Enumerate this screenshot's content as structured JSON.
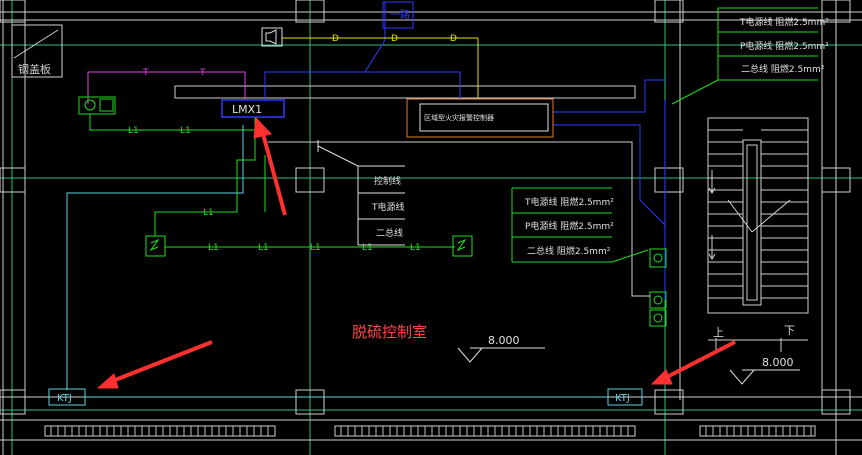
{
  "labels": {
    "gang_gai_ban": "钢盖板",
    "lmx1": "LMX1",
    "top_box": "一路",
    "control_box": "区域型火灾报警控制器",
    "t_char": "T",
    "d_char": "D",
    "l1": "L1",
    "ktj_left": "KTJ",
    "ktj_right": "KTJ",
    "room_name": "脱硫控制室",
    "elev_room": "8.000",
    "elev_stair": "8.000",
    "stair_up": "上",
    "stair_down": "下"
  },
  "legend_top_right": [
    "T电源线 阻燃2.5mm²",
    "P电源线 阻燃2.5mm²",
    "二总线 阻燃2.5mm²"
  ],
  "legend_mid_right": [
    "T电源线 阻燃2.5mm²",
    "P电源线 阻燃2.5mm²",
    "二总线 阻燃2.5mm²"
  ],
  "legend_center": [
    "控制线",
    "T电源线",
    "二总线"
  ],
  "colors": {
    "background": "#000000",
    "grid": "#2fbf7a",
    "wall": "#d0d0d0",
    "bus_blue": "#2b3cff",
    "magenta": "#e040e0",
    "yellow": "#e8e000",
    "green": "#20e020",
    "cyan": "#60d0e0",
    "room_label": "#ff4a4a",
    "arrow": "#ff3030"
  }
}
